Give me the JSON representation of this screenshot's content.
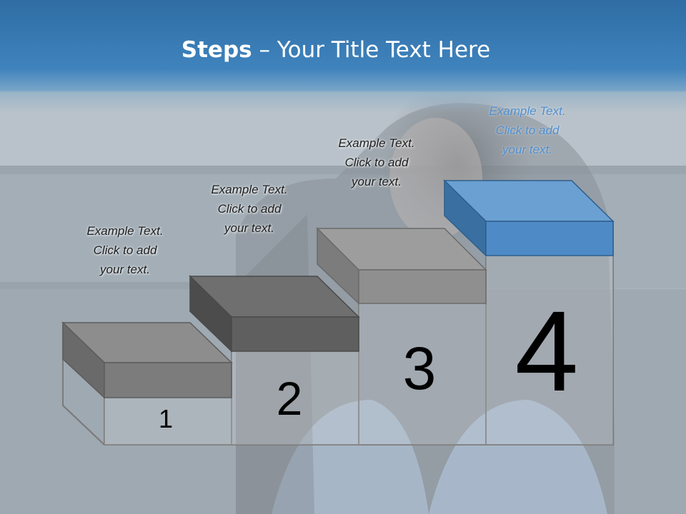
{
  "title": {
    "bold": "Steps",
    "rest": " – Your Title Text Here"
  },
  "steps": [
    {
      "number": "1",
      "line1": "Example Text.",
      "line2": "Click  to add",
      "line3": "your text."
    },
    {
      "number": "2",
      "line1": "Example Text.",
      "line2": "Click  to add",
      "line3": "your text."
    },
    {
      "number": "3",
      "line1": "Example Text.",
      "line2": "Click  to add",
      "line3": "your text."
    },
    {
      "number": "4",
      "line1": "Example Text.",
      "line2": "Click  to add",
      "line3": "your text.",
      "highlighted": true
    }
  ],
  "colors": {
    "header": "#3b7cb4",
    "highlight_step": "#4f8fcf",
    "gray_step": "#7a7a7a"
  }
}
